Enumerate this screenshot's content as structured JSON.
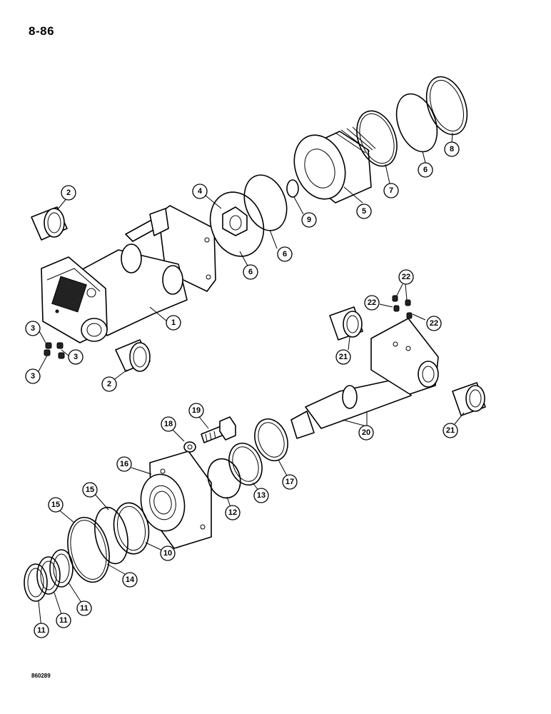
{
  "header": {
    "page_number": "8-86"
  },
  "footer": {
    "figure_code": "860289"
  },
  "callouts": [
    {
      "id": "c-1",
      "label": "1"
    },
    {
      "id": "c-2a",
      "label": "2"
    },
    {
      "id": "c-2b",
      "label": "2"
    },
    {
      "id": "c-3a",
      "label": "3"
    },
    {
      "id": "c-3b",
      "label": "3"
    },
    {
      "id": "c-3c",
      "label": "3"
    },
    {
      "id": "c-4",
      "label": "4"
    },
    {
      "id": "c-5",
      "label": "5"
    },
    {
      "id": "c-6a",
      "label": "6"
    },
    {
      "id": "c-6b",
      "label": "6"
    },
    {
      "id": "c-6c",
      "label": "6"
    },
    {
      "id": "c-7",
      "label": "7"
    },
    {
      "id": "c-8",
      "label": "8"
    },
    {
      "id": "c-9",
      "label": "9"
    },
    {
      "id": "c-10",
      "label": "10"
    },
    {
      "id": "c-11a",
      "label": "11"
    },
    {
      "id": "c-11b",
      "label": "11"
    },
    {
      "id": "c-11c",
      "label": "11"
    },
    {
      "id": "c-12",
      "label": "12"
    },
    {
      "id": "c-13",
      "label": "13"
    },
    {
      "id": "c-14",
      "label": "14"
    },
    {
      "id": "c-15a",
      "label": "15"
    },
    {
      "id": "c-15b",
      "label": "15"
    },
    {
      "id": "c-16",
      "label": "16"
    },
    {
      "id": "c-17",
      "label": "17"
    },
    {
      "id": "c-18",
      "label": "18"
    },
    {
      "id": "c-19",
      "label": "19"
    },
    {
      "id": "c-20",
      "label": "20"
    },
    {
      "id": "c-21a",
      "label": "21"
    },
    {
      "id": "c-21b",
      "label": "21"
    },
    {
      "id": "c-22a",
      "label": "22"
    },
    {
      "id": "c-22b",
      "label": "22"
    },
    {
      "id": "c-22c",
      "label": "22"
    }
  ]
}
